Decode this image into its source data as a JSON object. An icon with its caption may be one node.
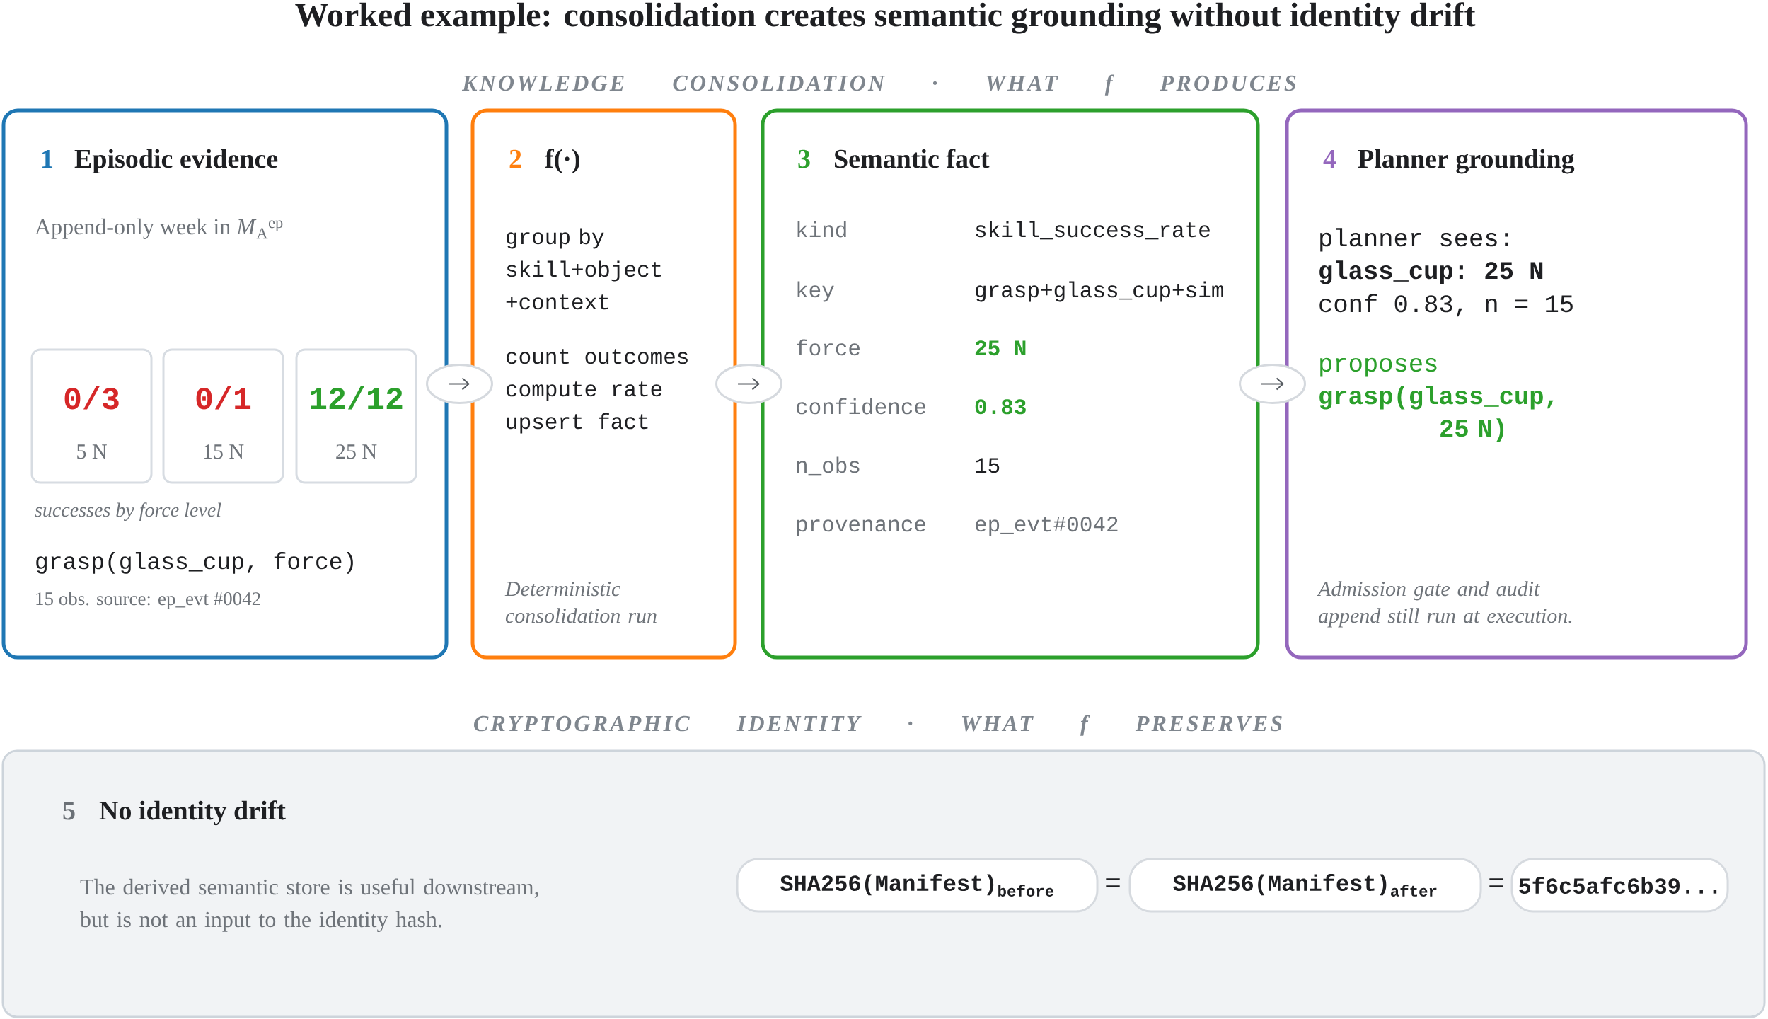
{
  "diagram": {
    "title": "Worked example: consolidation creates semantic grounding without identity drift",
    "nodes": [
      {
        "text": [
          "1",
          "Episodic evidence",
          "Append-only week in *M*$_{A}$$^{ep}$",
          "successes by force level",
          "grasp(glass_cup, force)",
          "15 obs. source: ep_evt #0042"
        ]
      },
      {
        "text": [
          "0/3",
          "5 N"
        ],
        "in": 0
      },
      {
        "text": [
          "0/1",
          "15 N"
        ],
        "in": 0
      },
      {
        "text": [
          "12/12",
          "25 N"
        ],
        "in": 0
      },
      {
        "text": [
          "2",
          "f(·)",
          "group by skill+object +context",
          "count outcomes",
          "compute rate",
          "upsert fact",
          "Deterministic consolidation run"
        ]
      },
      {
        "text": [
          "3",
          "Semantic fact",
          "kind",
          "skill_success_rate",
          "key",
          "grasp+glass_cup+sim",
          "force",
          "25 N",
          "confidence",
          "0.83",
          "n_obs",
          "15",
          "provenance",
          "ep_evt#0042"
        ]
      },
      {
        "text": [
          "4",
          "Planner grounding",
          "planner sees:",
          "glass_cup: 25 N",
          "conf 0.83, n = 15",
          "proposes",
          "grasp(glass_cup, 25 N)",
          "Admission gate and audit append still run at execution."
        ]
      },
      {
        "text": [
          "5",
          "No identity drift",
          "The derived semantic store is useful downstream, but is not an input to the identity hash."
        ]
      },
      {
        "text": [
          "SHA256(Manifest)$_{before}$"
        ],
        "in": 7
      },
      {
        "text": [
          "SHA256(Manifest)$_{after}$"
        ],
        "in": 7
      },
      {
        "text": [
          "5f6c5afc6b39..."
        ],
        "in": 7
      }
    ],
    "edges": [
      {
        "from": 0,
        "to": 4,
        "arrow": "to"
      },
      {
        "from": 4,
        "to": 5,
        "arrow": "to"
      },
      {
        "from": 5,
        "to": 6,
        "arrow": "to"
      }
    ],
    "labels": [
      "KNOWLEDGE CONSOLIDATION · WHAT f PRODUCES",
      "CRYPTOGRAPHIC IDENTITY · WHAT f PRESERVES",
      "=",
      "="
    ]
  }
}
